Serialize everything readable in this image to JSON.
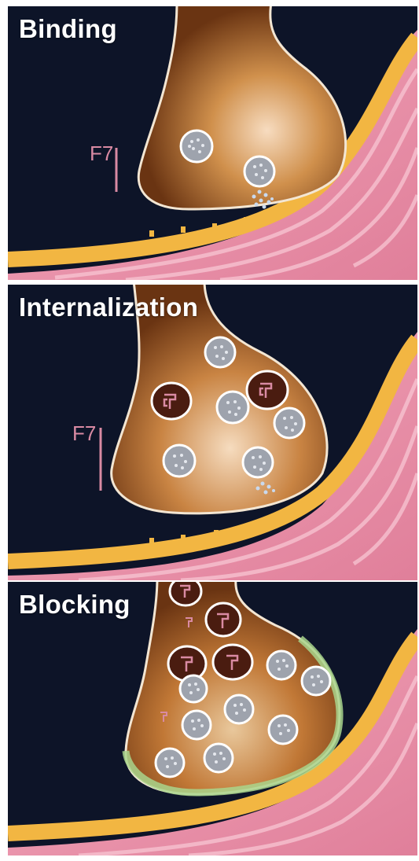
{
  "panels": [
    {
      "title": "Binding",
      "receptor_glyph": "F7"
    },
    {
      "title": "Internalization",
      "receptor_glyph": "F7"
    },
    {
      "title": "Blocking"
    }
  ],
  "colors": {
    "background": "#0d1428",
    "terminal_light": "#f4d6b0",
    "terminal_mid": "#c9843e",
    "terminal_dark": "#6a3412",
    "membrane_yellow": "#f2b642",
    "muscle_pink": "#ef9bb0",
    "vesicle_fill": "#9ea3ad",
    "vesicle_outline": "#ffffff",
    "toxin_vesicle_fill": "#4a1c10",
    "receptor_pink": "#d98aa3",
    "blocking_rim_green": "#a9d58c"
  },
  "icons": [
    "synaptic-vesicle-icon",
    "toxin-vesicle-icon",
    "receptor-icon"
  ]
}
